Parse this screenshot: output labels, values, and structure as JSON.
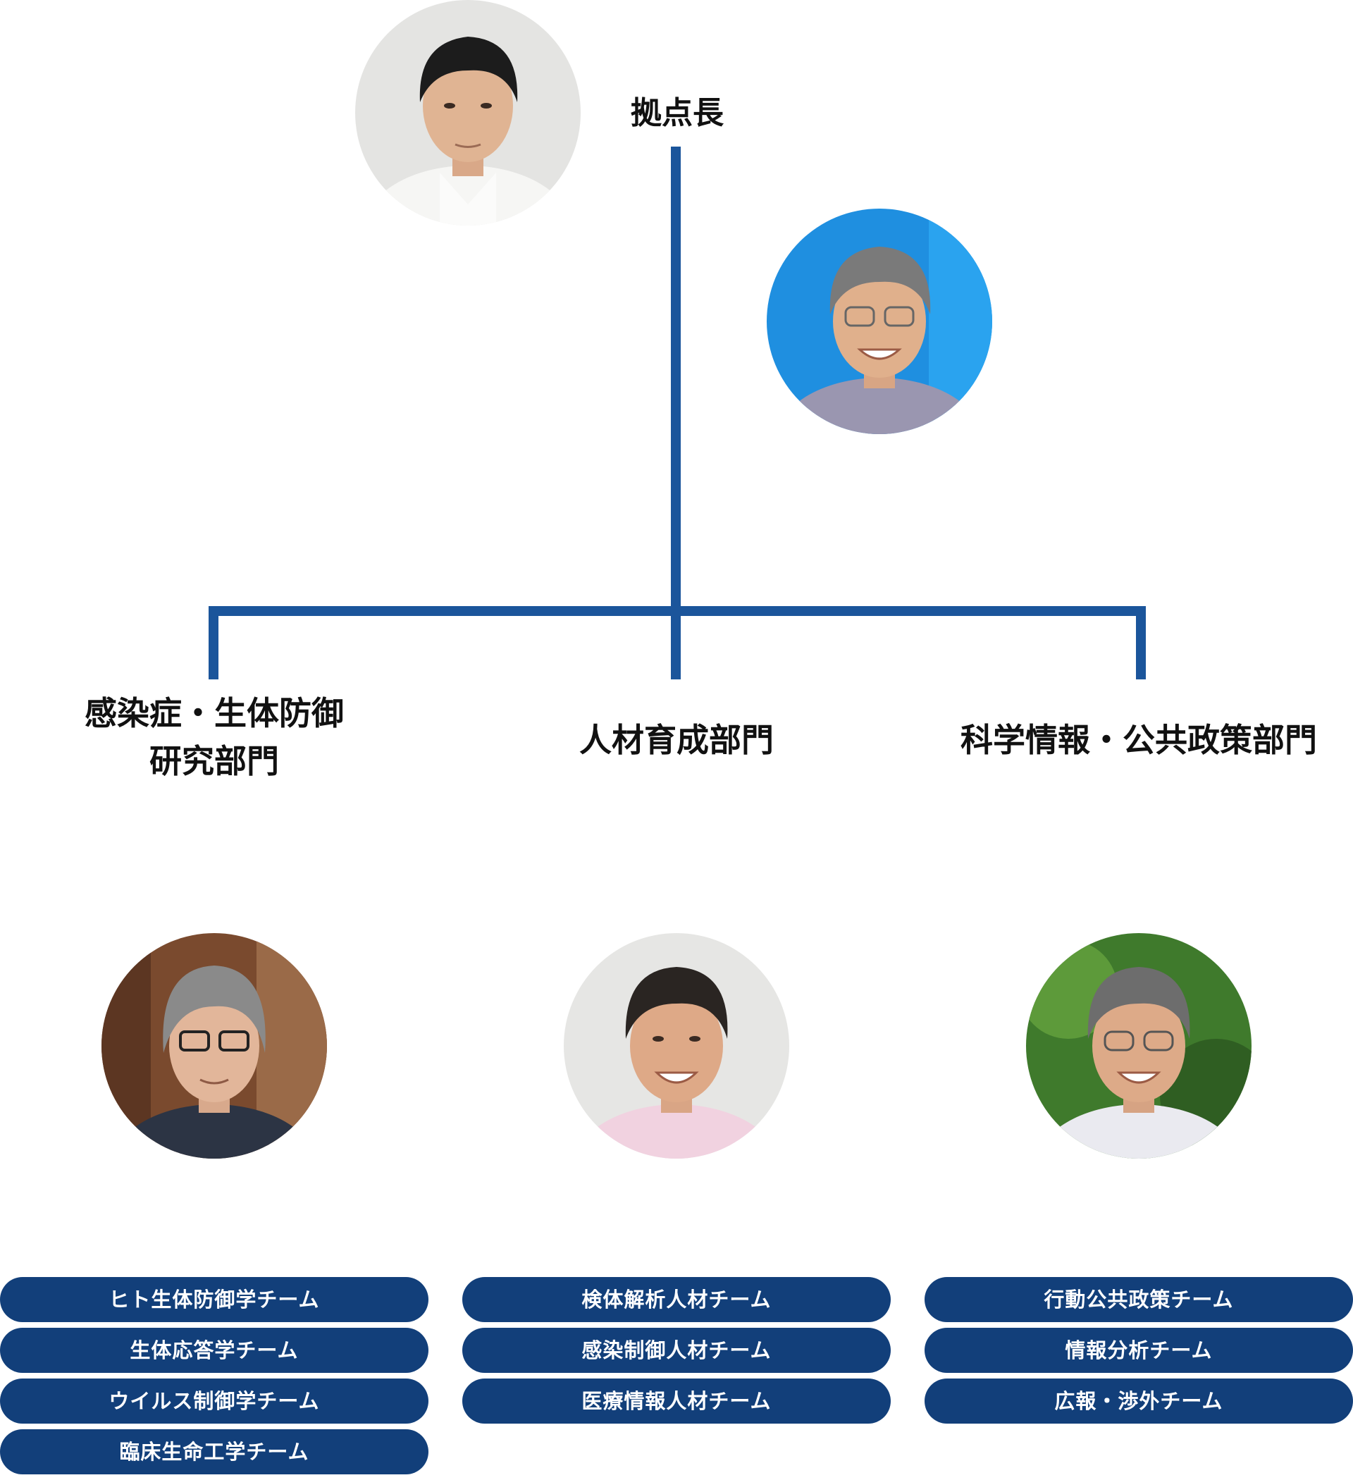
{
  "director": {
    "title": "拠点長",
    "photo": "director-portrait"
  },
  "deputy": {
    "photo": "deputy-portrait"
  },
  "departments": [
    {
      "name_lines": [
        "感染症・生体防御",
        "研究部門"
      ],
      "photo": "department-head-portrait",
      "teams": [
        "ヒト生体防御学チーム",
        "生体応答学チーム",
        "ウイルス制御学チーム",
        "臨床生命工学チーム"
      ]
    },
    {
      "name_lines": [
        "人材育成部門"
      ],
      "photo": "department-head-portrait",
      "teams": [
        "検体解析人材チーム",
        "感染制御人材チーム",
        "医療情報人材チーム"
      ]
    },
    {
      "name_lines": [
        "科学情報・公共政策部門"
      ],
      "photo": "department-head-portrait",
      "teams": [
        "行動公共政策チーム",
        "情報分析チーム",
        "広報・渉外チーム"
      ]
    }
  ],
  "colors": {
    "connector": "#1b559b",
    "team_pill": "#123f7a",
    "team_text": "#ffffff",
    "heading_text": "#111111"
  }
}
